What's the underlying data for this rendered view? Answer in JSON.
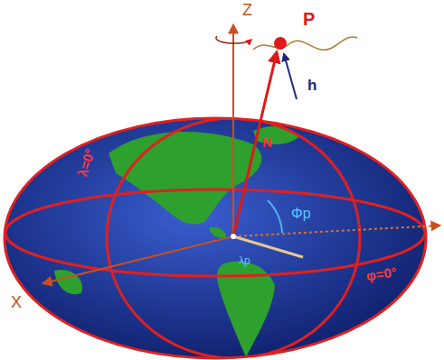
{
  "diagram": {
    "labels": [
      "Z",
      "P",
      "h",
      "N",
      "λ=0°",
      "Φp",
      "λp",
      "φ=0°",
      "X"
    ]
  }
}
